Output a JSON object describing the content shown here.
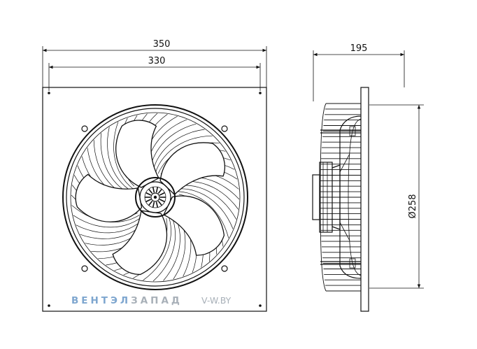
{
  "dimensions": {
    "front_overall_width": "350",
    "front_hole_spacing": "330",
    "side_depth": "195",
    "side_diameter": "Ø258"
  },
  "watermark": {
    "part1": "ВЕНТЭЛ",
    "part2": "ЗАПАД",
    "site": "V-W.BY"
  },
  "colors": {
    "line": "#111111",
    "watermark_part1": "#7ea6cf",
    "watermark_part2": "#a8b0b8",
    "watermark_site": "#a8b0b8"
  }
}
